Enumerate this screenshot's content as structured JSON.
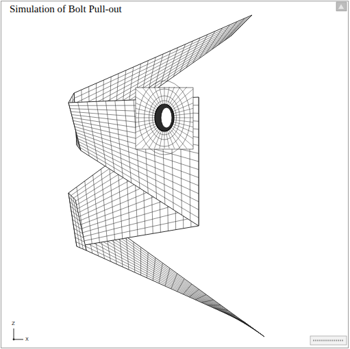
{
  "diagram": {
    "title": "Simulation of Bolt Pull-out",
    "labels": [
      "Z",
      "X"
    ]
  }
}
